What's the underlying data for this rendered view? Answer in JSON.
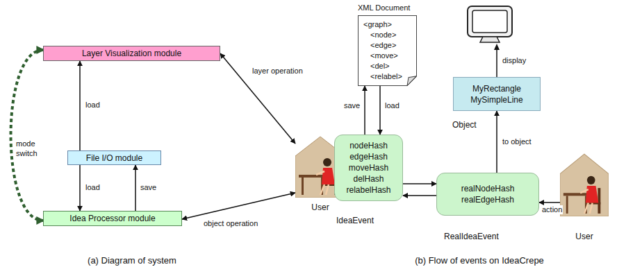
{
  "diagram": {
    "nodes": [
      {
        "text": [
          "Layer Visualization module"
        ]
      },
      {
        "text": [
          "File I/O module"
        ]
      },
      {
        "text": [
          "Idea Processor module"
        ]
      },
      {
        "text": [
          "User"
        ]
      },
      {
        "text": [
          "XML Document",
          "<graph>",
          "<node>",
          "<edge>",
          "<move>",
          "<del>",
          "<relabel>"
        ]
      },
      {
        "text": [
          "nodeHash",
          "edgeHash",
          "moveHash",
          "delHash",
          "relabelHash",
          "IdeaEvent"
        ]
      },
      {
        "text": [
          "realNodeHash",
          "realEdgeHash",
          "RealIdeaEvent"
        ]
      },
      {
        "text": [
          "MyRectangle",
          "MySimpleLine",
          "Object"
        ]
      },
      {
        "text": [
          "User"
        ]
      }
    ],
    "edges": [
      {
        "from": 1,
        "to": 0,
        "label": "load",
        "arrow": "to"
      },
      {
        "from": 1,
        "to": 2,
        "label": "load",
        "arrow": "to"
      },
      {
        "from": 2,
        "to": 1,
        "label": "save",
        "arrow": "to"
      },
      {
        "from": 0,
        "to": 3,
        "label": "layer operation",
        "arrow": "both"
      },
      {
        "from": 2,
        "to": 3,
        "label": "object operation",
        "arrow": "both"
      },
      {
        "from": 0,
        "to": 2,
        "label": "mode switch",
        "arrow": "both"
      },
      {
        "from": 5,
        "to": 4,
        "label": "save",
        "arrow": "to"
      },
      {
        "from": 4,
        "to": 5,
        "label": "load",
        "arrow": "to"
      },
      {
        "from": 5,
        "to": 6,
        "arrow": "to"
      },
      {
        "from": 6,
        "to": 5,
        "arrow": "to"
      },
      {
        "from": 6,
        "to": 7,
        "label": "to object",
        "arrow": "to"
      },
      {
        "from": 8,
        "to": 6,
        "label": "action",
        "arrow": "to"
      }
    ],
    "labels": [
      "display",
      "(a) Diagram of system",
      "(b) Flow of events on IdeaCrepe"
    ]
  }
}
